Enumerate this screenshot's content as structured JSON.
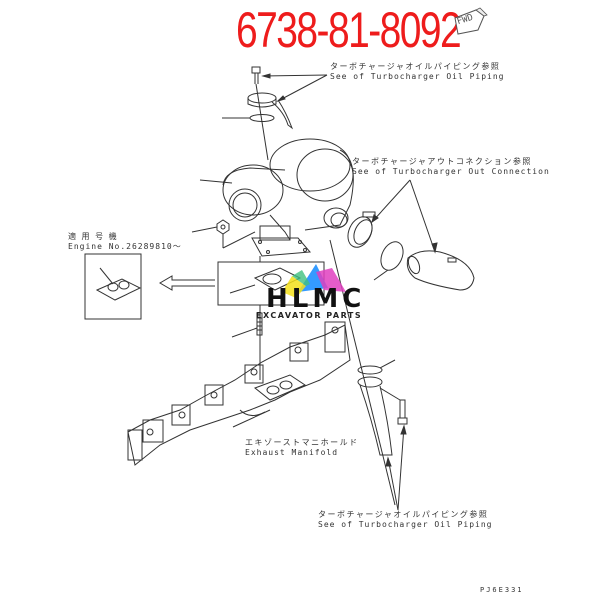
{
  "diagram": {
    "part_number": "6738-81-8092",
    "drawing_code": "PJ6E331",
    "direction_tag": "FWD",
    "colors": {
      "part_number": "#ee1c1c",
      "lines": "#333333",
      "background": "#ffffff"
    }
  },
  "callouts": {
    "oil_piping_top": {
      "jp": "ターボチャージャオイルパイピング参照",
      "en": "See of Turbocharger Oil Piping"
    },
    "out_connection": {
      "jp": "ターボチャージャアウトコネクション参照",
      "en": "See of Turbocharger Out Connection"
    },
    "engine_applicability": {
      "jp": "適 用 号 機",
      "en": "Engine No.26289810～"
    },
    "exhaust_manifold": {
      "jp": "エキゾーストマニホールド",
      "en": "Exhaust Manifold"
    },
    "oil_piping_bottom": {
      "jp": "ターボチャージャオイルパイピング参照",
      "en": "See of Turbocharger Oil Piping"
    }
  },
  "watermark": {
    "brand": "HLMC",
    "tagline": "EXCAVATOR PARTS",
    "colors": [
      "#1e90ff",
      "#e040c0",
      "#f5e11a",
      "#40c080"
    ]
  },
  "parts": [
    {
      "name": "bolt-top"
    },
    {
      "name": "oil-pipe-flange-top"
    },
    {
      "name": "gasket-top"
    },
    {
      "name": "turbocharger"
    },
    {
      "name": "nut"
    },
    {
      "name": "gasket-turbo-mount"
    },
    {
      "name": "stud"
    },
    {
      "name": "exhaust-manifold"
    },
    {
      "name": "clamp"
    },
    {
      "name": "o-ring"
    },
    {
      "name": "outlet-elbow"
    },
    {
      "name": "oil-drain-gasket"
    },
    {
      "name": "oil-drain-pipe"
    },
    {
      "name": "bolt-bottom"
    }
  ]
}
